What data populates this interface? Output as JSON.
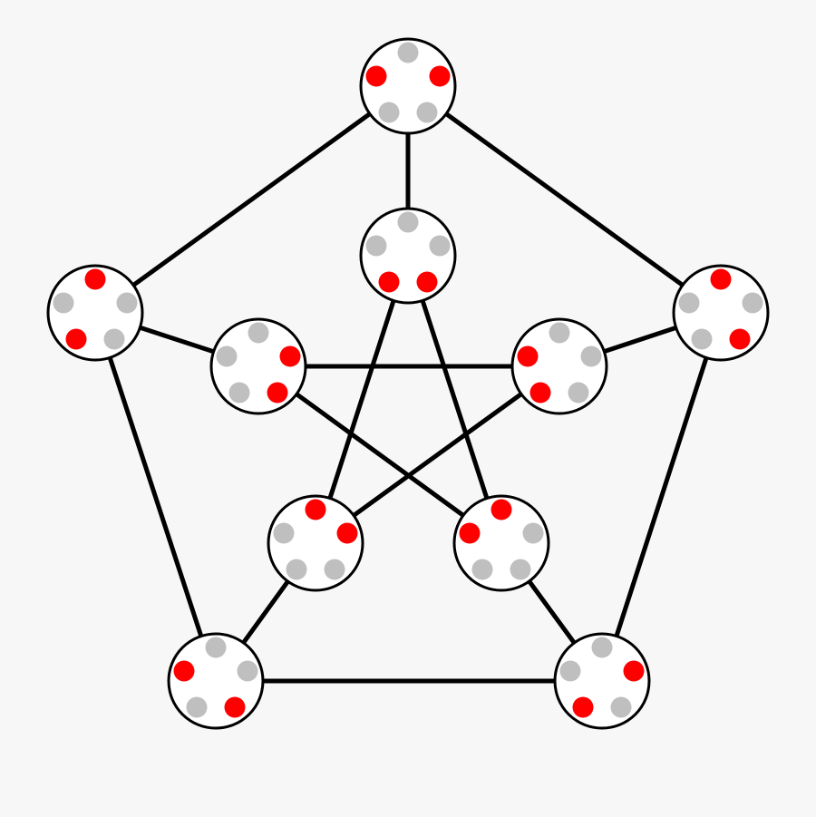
{
  "diagram": {
    "colors": {
      "background": "#f7f7f7",
      "edge": "#000000",
      "node_fill": "#ffffff",
      "dot_selected": "#ff0000",
      "dot_unselected": "#bfbfbf"
    },
    "dots_per_node": 5,
    "nodes": [
      {
        "id": "outer-top",
        "red_dots": [
          1,
          4
        ]
      },
      {
        "id": "outer-left",
        "red_dots": [
          0,
          3
        ]
      },
      {
        "id": "outer-right",
        "red_dots": [
          0,
          2
        ]
      },
      {
        "id": "outer-bottom-left",
        "red_dots": [
          2,
          4
        ]
      },
      {
        "id": "outer-bottom-right",
        "red_dots": [
          1,
          3
        ]
      },
      {
        "id": "inner-top",
        "red_dots": [
          2,
          3
        ]
      },
      {
        "id": "inner-left",
        "red_dots": [
          1,
          2
        ]
      },
      {
        "id": "inner-right",
        "red_dots": [
          3,
          4
        ]
      },
      {
        "id": "inner-bottom-left",
        "red_dots": [
          0,
          1
        ]
      },
      {
        "id": "inner-bottom-right",
        "red_dots": [
          0,
          4
        ]
      }
    ],
    "edges": [
      [
        "outer-top",
        "outer-left"
      ],
      [
        "outer-top",
        "outer-right"
      ],
      [
        "outer-left",
        "outer-bottom-left"
      ],
      [
        "outer-right",
        "outer-bottom-right"
      ],
      [
        "outer-bottom-left",
        "outer-bottom-right"
      ],
      [
        "outer-top",
        "inner-top"
      ],
      [
        "outer-left",
        "inner-left"
      ],
      [
        "outer-right",
        "inner-right"
      ],
      [
        "outer-bottom-left",
        "inner-bottom-left"
      ],
      [
        "outer-bottom-right",
        "inner-bottom-right"
      ],
      [
        "inner-top",
        "inner-bottom-left"
      ],
      [
        "inner-top",
        "inner-bottom-right"
      ],
      [
        "inner-left",
        "inner-right"
      ],
      [
        "inner-left",
        "inner-bottom-right"
      ],
      [
        "inner-right",
        "inner-bottom-left"
      ]
    ]
  }
}
